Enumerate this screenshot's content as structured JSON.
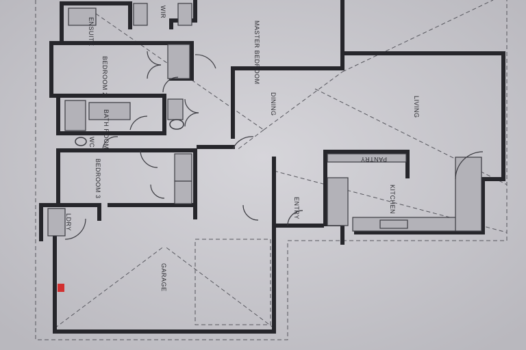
{
  "plan": {
    "rooms": {
      "ensuite": "ENSUITE",
      "wir": "WIR",
      "master_bedroom": "MASTER BEDROOM",
      "bedroom_2": "BEDROOM 2",
      "dining": "DINING",
      "living": "LIVING",
      "bathroom": "BATH ROOM",
      "wc": "WC",
      "bedroom_3": "BEDROOM 3",
      "laundry": "LDRY",
      "entry": "ENTRY",
      "pantry": "PANTRY",
      "kitchen": "KITCHEN",
      "garage": "GARAGE"
    },
    "colors": {
      "paper": "#c8c7cc",
      "walls": "#26262b",
      "marker": "#d23030"
    }
  }
}
